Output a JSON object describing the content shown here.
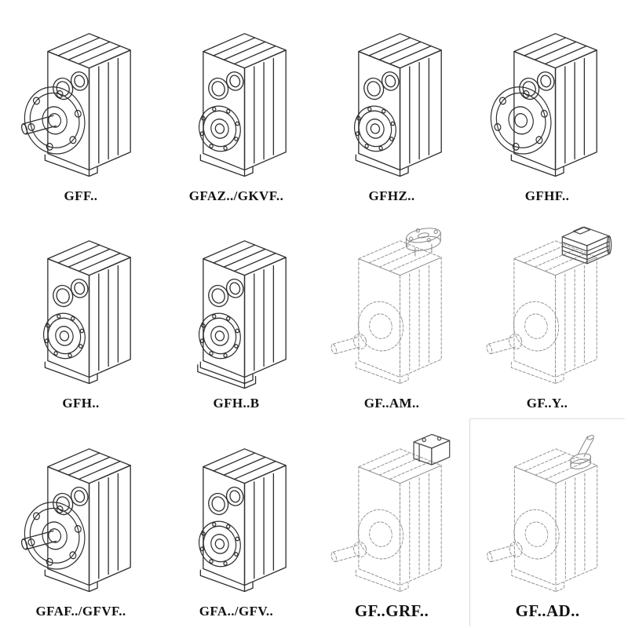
{
  "page": {
    "colors": {
      "background": "#ffffff",
      "line": "#2f2f2f",
      "phantom_line": "#909090"
    }
  },
  "grid": {
    "items": [
      {
        "label": "GFF..",
        "drawing": "flange-shaft-gearbox-drawing"
      },
      {
        "label": "GFAZ../GKVF..",
        "drawing": "hollow-shaft-gearbox-drawing"
      },
      {
        "label": "GFHZ..",
        "drawing": "hollow-shaft-gearbox-drawing"
      },
      {
        "label": "GFHF..",
        "drawing": "flange-gearbox-drawing"
      },
      {
        "label": "GFH..",
        "drawing": "hollow-shaft-gearbox-drawing"
      },
      {
        "label": "GFH..B",
        "drawing": "hollow-shaft-gearbox-foot-drawing"
      },
      {
        "label": "GF..AM..",
        "drawing": "phantom-gearbox-iec-adapter-drawing"
      },
      {
        "label": "GF..Y..",
        "drawing": "phantom-gearbox-motor-drawing"
      },
      {
        "label": "GFAF../GFVF..",
        "drawing": "flange-shaft-gearbox-drawing"
      },
      {
        "label": "GFA../GFV..",
        "drawing": "hollow-shaft-gearbox-drawing"
      },
      {
        "label": "GF..GRF..",
        "drawing": "phantom-gearbox-input-housing-drawing"
      },
      {
        "label": "GF..AD..",
        "drawing": "phantom-gearbox-input-shaft-drawing"
      }
    ]
  }
}
